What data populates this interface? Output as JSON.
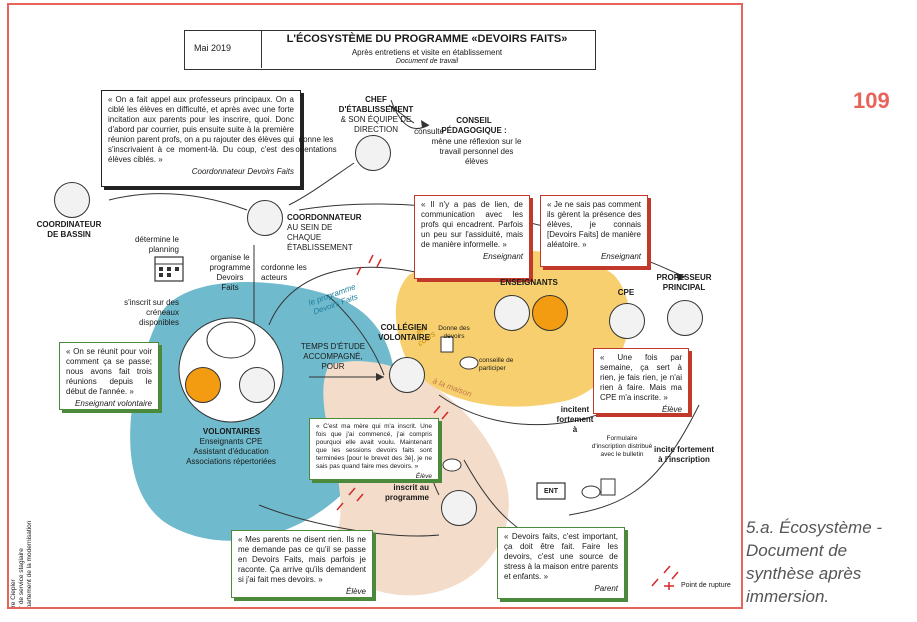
{
  "page_number": "109",
  "caption": "5.a. Écosystème - Document de synthèse après immersion.",
  "header": {
    "date": "Mai 2019",
    "title": "L'ÉCOSYSTÈME DU PROGRAMME «DEVOIRS FAITS»",
    "subtitle": "Après entretiens et visite en établissement",
    "note": "Document de travail"
  },
  "author": {
    "name": "Bérangère Ciepler",
    "role": "Designer de service stagiaire",
    "dept": "SG • Département de la modernisation"
  },
  "actors": {
    "chef_title": "CHEF D'ÉTABLISSEMENT",
    "chef_sub": "& SON ÉQUIPE DE DIRECTION",
    "conseil": "CONSEIL PÉDAGOGIQUE :",
    "conseil_desc": "mène une réflexion sur le travail personnel des élèves",
    "coord_bassin": "COORDINATEUR DE BASSIN",
    "coord_title": "COORDONNATEUR",
    "coord_sub": "AU SEIN DE CHAQUE ÉTABLISSEMENT",
    "enseignants": "ENSEIGNANTS",
    "cpe": "CPE",
    "prof_principal": "PROFESSEUR PRINCIPAL",
    "collegien": "COLLÉGIEN VOLONTAIRE",
    "volontaires": "VOLONTAIRES",
    "volontaires_list": "Enseignants CPE Assistant d'éducation Associations répertoriées"
  },
  "links": {
    "consulte": "consulte",
    "donne_orientations": "donne les orientations",
    "determine_planning": "détermine le planning",
    "organise": "organise le programme Devoirs Faits",
    "cordonne": "cordonne les acteurs",
    "inscrit_creneaux": "s'inscrit sur des créneaux disponibles",
    "temps_etude": "TEMPS D'ÉTUDE ACCOMPAGNÉ, POUR",
    "programme_arc": "le programme Devoirs Faits",
    "en_cours": "en cours",
    "a_la_maison": "à la maison",
    "donne_devoirs": "Donne des devoirs",
    "conseille": "conseille de participer",
    "incitent": "incitent fortement à",
    "incite": "incite fortement à l'inscription",
    "formulaire": "Formulaire d'inscription distribué avec le bulletin",
    "inscrit_programme": "inscrit au programme",
    "ent": "ENT",
    "legend": "Point de rupture"
  },
  "quotes": {
    "coordonnateur": {
      "text": "« On a fait appel aux professeurs principaux. On a ciblé les élèves en difficulté, et après avec une forte incitation aux parents pour les inscrire, quoi. Donc d'abord par courrier, puis ensuite suite à la première réunion parent profs, on a pu rajouter des élèves qui s'inscrivaient à ce moment-là. Du coup, c'est des élèves ciblés. »",
      "by": "Coordonnateur Devoirs Faits"
    },
    "enseignant1": {
      "text": "« Il n'y a pas de lien, de communication avec les profs qui encadrent. Parfois un peu sur l'assiduité, mais de manière informelle. »",
      "by": "Enseignant"
    },
    "enseignant2": {
      "text": "« Je ne sais pas comment ils gèrent la présence des élèves, je connais [Devoirs Faits] de manière aléatoire. »",
      "by": "Enseignant"
    },
    "volontaire": {
      "text": "« On se réunit pour voir comment ça se passe; nous avons fait trois réunions depuis le début de l'année. »",
      "by": "Enseignant volontaire"
    },
    "eleve1": {
      "text": "« Une fois par semaine, ça sert à rien, je fais rien, je n'ai rien à faire. Mais ma CPE m'a inscrite. »",
      "by": "Élève"
    },
    "eleve2": {
      "text": "« C'est ma mère qui m'a inscrit. Une fois que j'ai commencé, j'ai compris pourquoi elle avait voulu. Maintenant que les sessions devoirs faits sont terminées [pour le brevet des 3è], je ne sais pas quand faire mes devoirs. »",
      "by": "Élève"
    },
    "eleve3": {
      "text": "« Mes parents ne disent rien. Ils ne me demande pas ce qu'il se passe en Devoirs Faits, mais parfois je raconte. Ça arrive qu'ils demandent si j'ai fait mes devoirs. »",
      "by": "Élève"
    },
    "parent": {
      "text": "« Devoirs faits, c'est important, ça doit être fait. Faire les devoirs, c'est une source de stress à la maison entre parents et enfants. »",
      "by": "Parent"
    }
  },
  "colors": {
    "accent": "#e8645a",
    "blue_zone": "#5fb3c7",
    "yellow_zone": "#f7cf6e",
    "peach_zone": "#f3dcc9",
    "rupture": "#d62828"
  }
}
